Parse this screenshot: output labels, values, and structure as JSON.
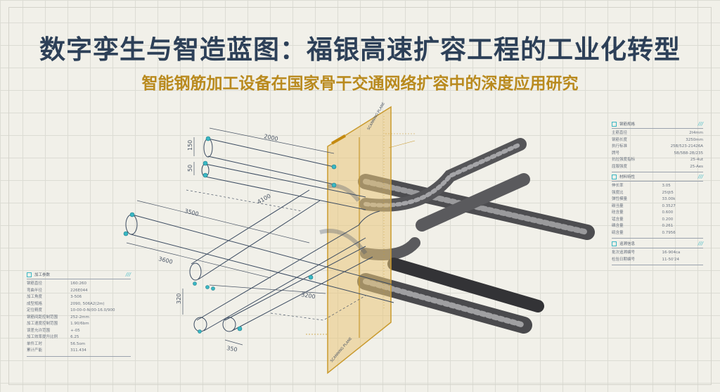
{
  "title": "数字孪生与智造蓝图：福银高速扩容工程的工业化转型",
  "subtitle": "智能钢筋加工设备在国家骨干交通网络扩容中的深度应用研究",
  "colors": {
    "title": "#2d4058",
    "subtitle": "#b98a1e",
    "accent": "#3ab7c4",
    "plane": "#e9c77a"
  },
  "diagram": {
    "dimensions": [
      "2000",
      "150",
      "50",
      "3500",
      "4100",
      "3600",
      "320",
      "3200",
      "350"
    ],
    "plane_label_top": "SCANNING PLANE",
    "plane_label_bottom": "SCANNING PLANE"
  },
  "left_panel": {
    "title": "加工参数",
    "mark": "///",
    "rows": [
      {
        "label": "钢筋直径",
        "value": "160:260"
      },
      {
        "label": "弯曲半径",
        "value": "226E044"
      },
      {
        "label": "加工角度",
        "value": "3-506"
      },
      {
        "label": "成型规格",
        "value": "2090, 506A2(2m)"
      },
      {
        "label": "定位精度",
        "value": "10-00-0-N(00-16.0/900"
      },
      {
        "label": "钢筋间距控制范围",
        "value": "252-2mm"
      },
      {
        "label": "加工速度控制范围",
        "value": "1.90/6bm"
      },
      {
        "label": "误差允许范围",
        "value": "+-05"
      },
      {
        "label": "加工效率提升比例",
        "value": "6.25"
      },
      {
        "label": "单件工时",
        "value": "56.5om"
      },
      {
        "label": "累计产能",
        "value": "311.434"
      }
    ]
  },
  "right_panels": [
    {
      "title": "钢筋规格",
      "mark": "///",
      "rows": [
        {
          "label": "主筋直径",
          "value": "2t4mm"
        },
        {
          "label": "钢筋长度",
          "value": "3250mm"
        },
        {
          "label": "执行标准",
          "value": "25B/523-21426A"
        },
        {
          "label": "牌号",
          "value": "5B/5B8-2B/235"
        },
        {
          "label": "抗拉强度指标",
          "value": "25-4ut"
        },
        {
          "label": "屈服强度",
          "value": "25-Aes"
        }
      ]
    },
    {
      "title": "材料特性",
      "mark": "///",
      "rows": [
        {
          "label": "伸长率",
          "value": "3.05"
        },
        {
          "label": "强度比",
          "value": "25tJt5"
        },
        {
          "label": "弹性模量",
          "value": "33.00k"
        },
        {
          "label": "碳当量",
          "value": "0.3527"
        },
        {
          "label": "硅含量",
          "value": "0.600"
        },
        {
          "label": "锰含量",
          "value": "0.200"
        },
        {
          "label": "磷含量",
          "value": "0.261"
        },
        {
          "label": "硫含量",
          "value": "0.7956"
        }
      ]
    },
    {
      "title": "追溯信息",
      "mark": "///",
      "rows": [
        {
          "label": "批次追溯编号",
          "value": "16-904ca"
        },
        {
          "label": "检验日期编号",
          "value": "11-50'24"
        }
      ]
    }
  ]
}
